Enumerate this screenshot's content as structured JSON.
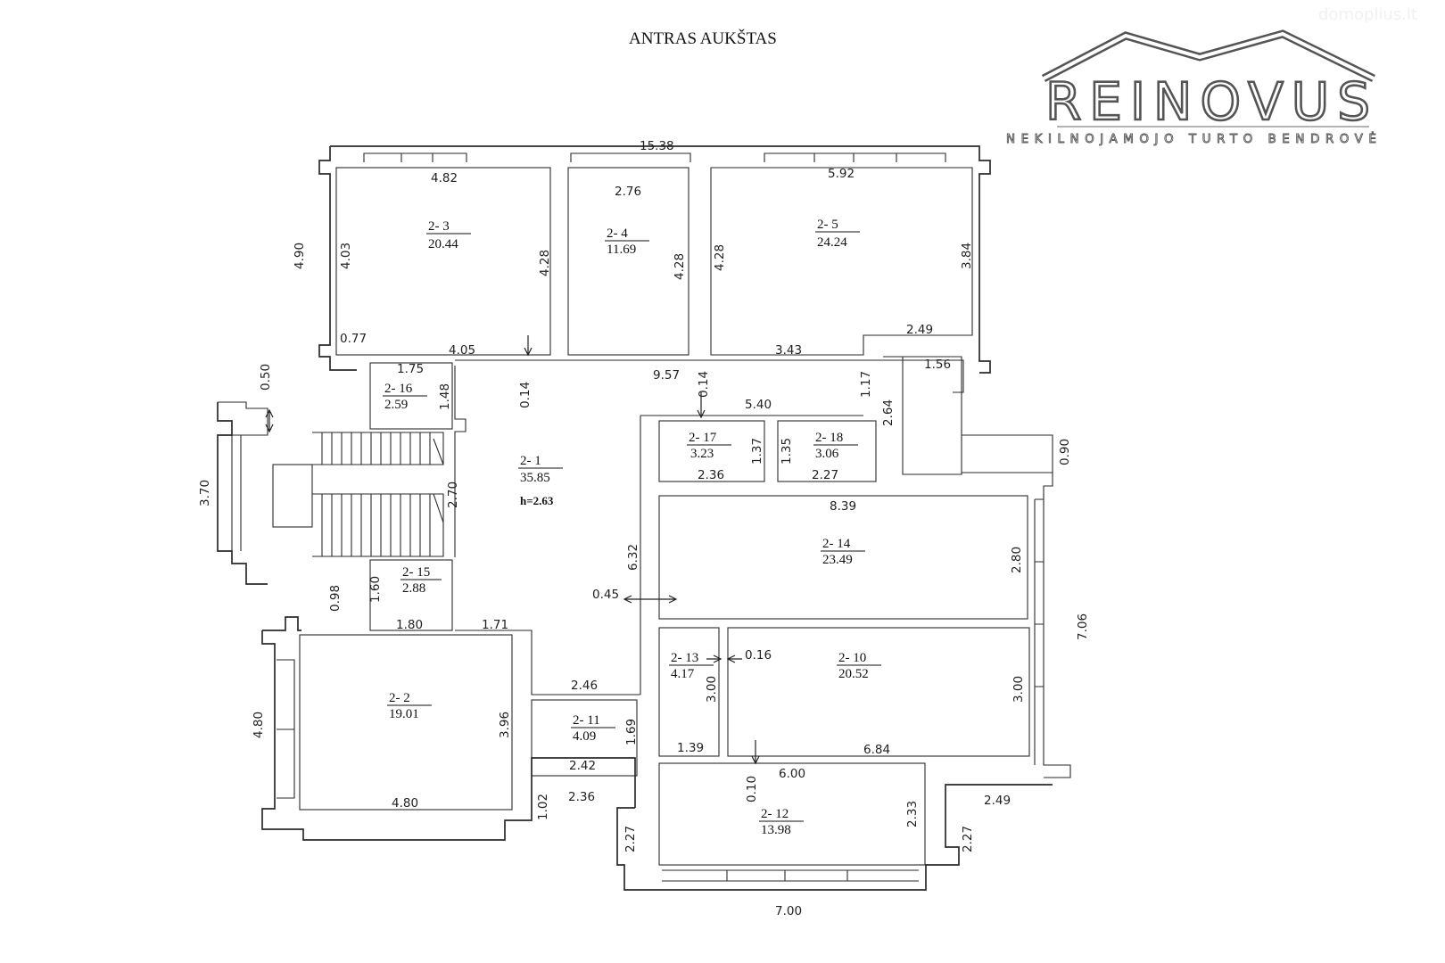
{
  "title": "ANTRAS AUKŠTAS",
  "watermark": "domoplius.lt",
  "brand": {
    "name": "REINOVUS",
    "tagline": "NEKILNOJAMOJO TURTO BENDROVĖ",
    "stroke_color": "#555555"
  },
  "height_note": "h=2.63",
  "rooms": [
    {
      "id": "2- 1",
      "area": "35.85"
    },
    {
      "id": "2- 2",
      "area": "19.01"
    },
    {
      "id": "2- 3",
      "area": "20.44"
    },
    {
      "id": "2- 4",
      "area": "11.69"
    },
    {
      "id": "2- 5",
      "area": "24.24"
    },
    {
      "id": "2- 10",
      "area": "20.52"
    },
    {
      "id": "2- 11",
      "area": "4.09"
    },
    {
      "id": "2- 12",
      "area": "13.98"
    },
    {
      "id": "2- 13",
      "area": "4.17"
    },
    {
      "id": "2- 14",
      "area": "23.49"
    },
    {
      "id": "2- 15",
      "area": "2.88"
    },
    {
      "id": "2- 16",
      "area": "2.59"
    },
    {
      "id": "2- 17",
      "area": "3.23"
    },
    {
      "id": "2- 18",
      "area": "3.06"
    }
  ],
  "dimensions": [
    "15.38",
    "4.82",
    "2.76",
    "5.92",
    "4.90",
    "4.03",
    "4.28",
    "4.28",
    "4.28",
    "3.84",
    "0.77",
    "4.05",
    "3.43",
    "2.49",
    "9.57",
    "1.56",
    "1.75",
    "0.14",
    "0.14",
    "1.17",
    "0.50",
    "1.48",
    "5.40",
    "2.64",
    "1.37",
    "1.35",
    "2.36",
    "2.27",
    "0.90",
    "3.70",
    "2.70",
    "8.39",
    "6.32",
    "2.80",
    "0.98",
    "1.60",
    "0.45",
    "7.06",
    "1.80",
    "1.71",
    "0.16",
    "3.00",
    "3.00",
    "2.46",
    "4.80",
    "3.96",
    "1.69",
    "1.39",
    "6.84",
    "2.42",
    "6.00",
    "4.80",
    "1.02",
    "2.36",
    "0.10",
    "2.33",
    "2.49",
    "2.27",
    "2.27",
    "7.00"
  ]
}
